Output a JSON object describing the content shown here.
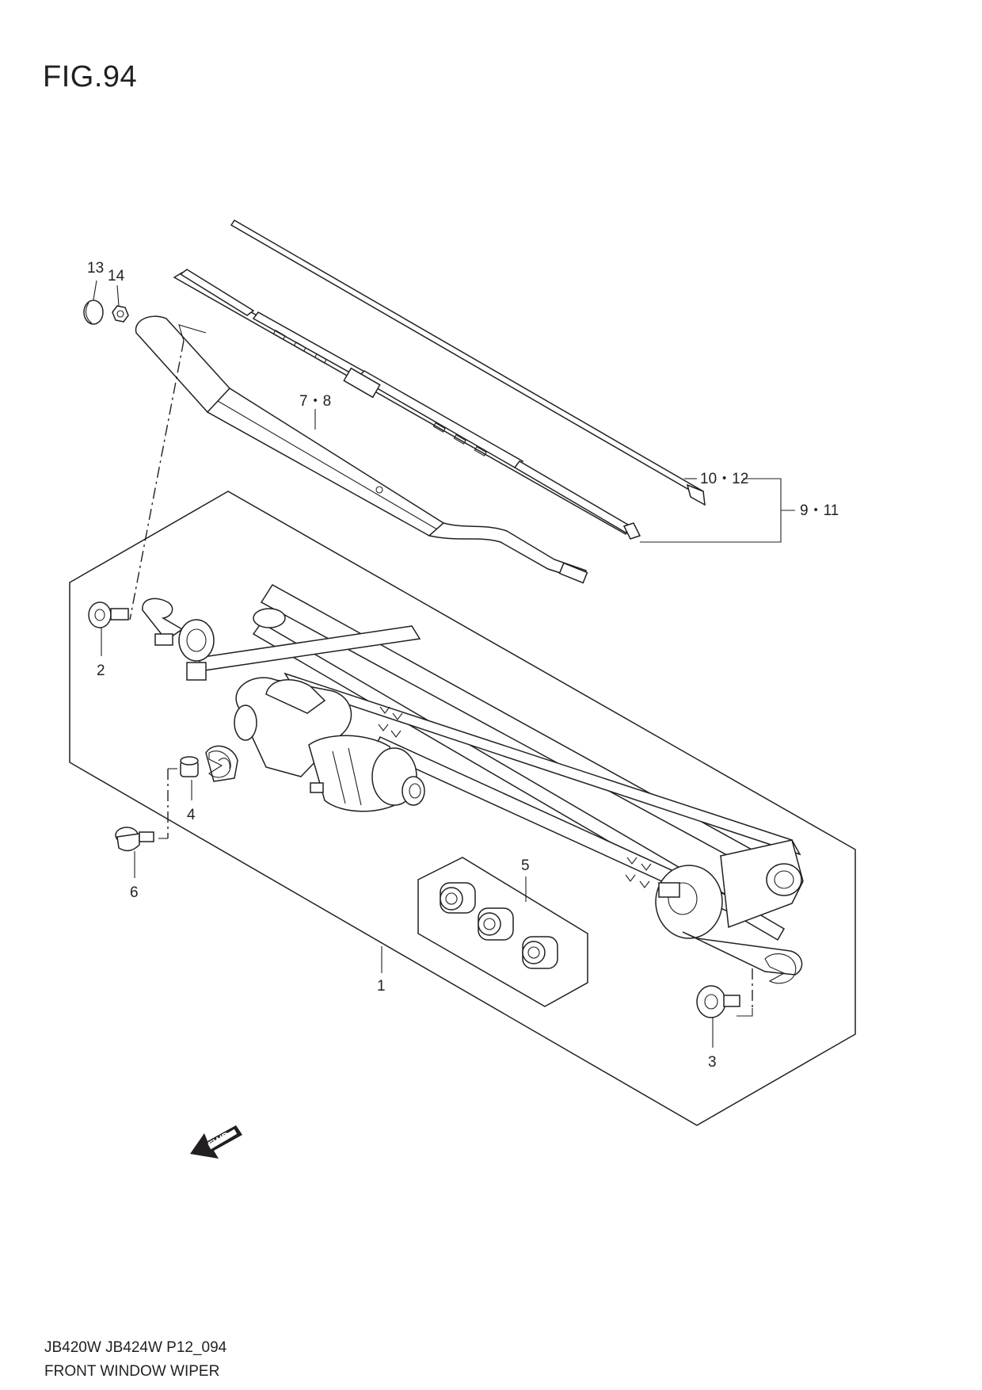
{
  "figure": {
    "title": "FIG.94",
    "model_code": "JB420W JB424W P12_094",
    "name": "FRONT WINDOW WIPER"
  },
  "callouts": {
    "c13": "13",
    "c14": "14",
    "c7_8": "7・8",
    "c10_12": "10・12",
    "c9_11": "9・11",
    "c1": "1",
    "c2": "2",
    "c3": "3",
    "c4": "4",
    "c5": "5",
    "c6": "6"
  },
  "fwd_arrow": {
    "label": "FWD"
  },
  "colors": {
    "line": "#231f20",
    "background": "#ffffff"
  }
}
